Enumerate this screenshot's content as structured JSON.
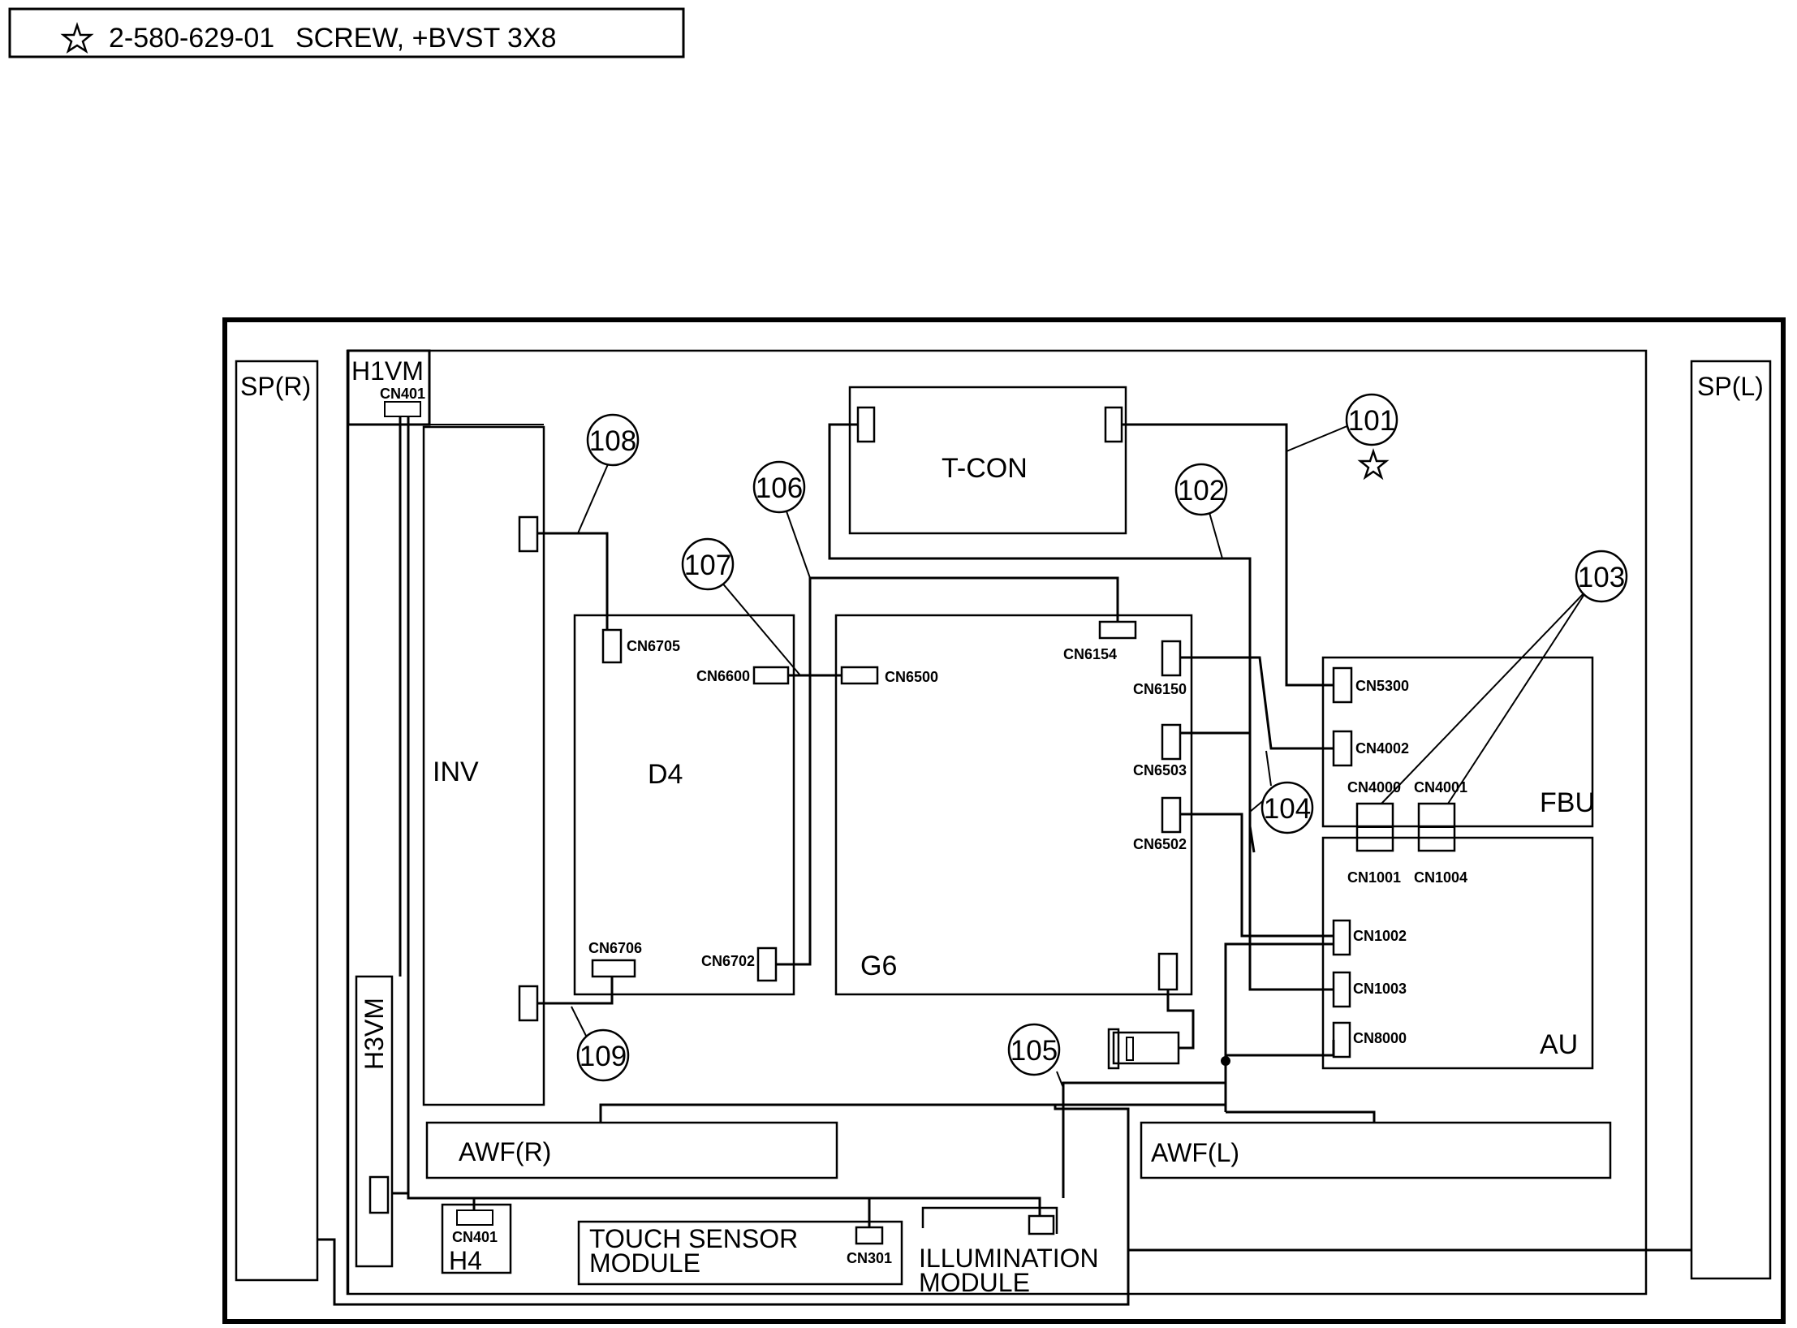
{
  "header": {
    "star_icon": "star-icon",
    "part_number": "2-580-629-01",
    "description": "SCREW, +BVST 3X8"
  },
  "boards": {
    "sp_r": "SP(R)",
    "sp_l": "SP(L)",
    "h1vm": "H1VM",
    "h3vm": "H3VM",
    "inv": "INV",
    "d4": "D4",
    "g6": "G6",
    "tcon": "T-CON",
    "fbu": "FBU",
    "au": "AU",
    "awf_r": "AWF(R)",
    "awf_l": "AWF(L)",
    "h4": "H4",
    "touch_sensor_line1": "TOUCH SENSOR",
    "touch_sensor_line2": "MODULE",
    "illumination_line1": "ILLUMINATION",
    "illumination_line2": "MODULE"
  },
  "connectors": {
    "cn401_h1vm": "CN401",
    "cn401_h4": "CN401",
    "cn6705": "CN6705",
    "cn6600": "CN6600",
    "cn6706": "CN6706",
    "cn6702": "CN6702",
    "cn6500": "CN6500",
    "cn6154": "CN6154",
    "cn6150": "CN6150",
    "cn6503": "CN6503",
    "cn6502": "CN6502",
    "cn5300": "CN5300",
    "cn4002": "CN4002",
    "cn4000": "CN4000",
    "cn4001": "CN4001",
    "cn1001": "CN1001",
    "cn1004": "CN1004",
    "cn1002": "CN1002",
    "cn1003": "CN1003",
    "cn8000": "CN8000",
    "cn301": "CN301"
  },
  "callouts": {
    "c101": "101",
    "c102": "102",
    "c103": "103",
    "c104": "104",
    "c105": "105",
    "c106": "106",
    "c107": "107",
    "c108": "108",
    "c109": "109"
  }
}
